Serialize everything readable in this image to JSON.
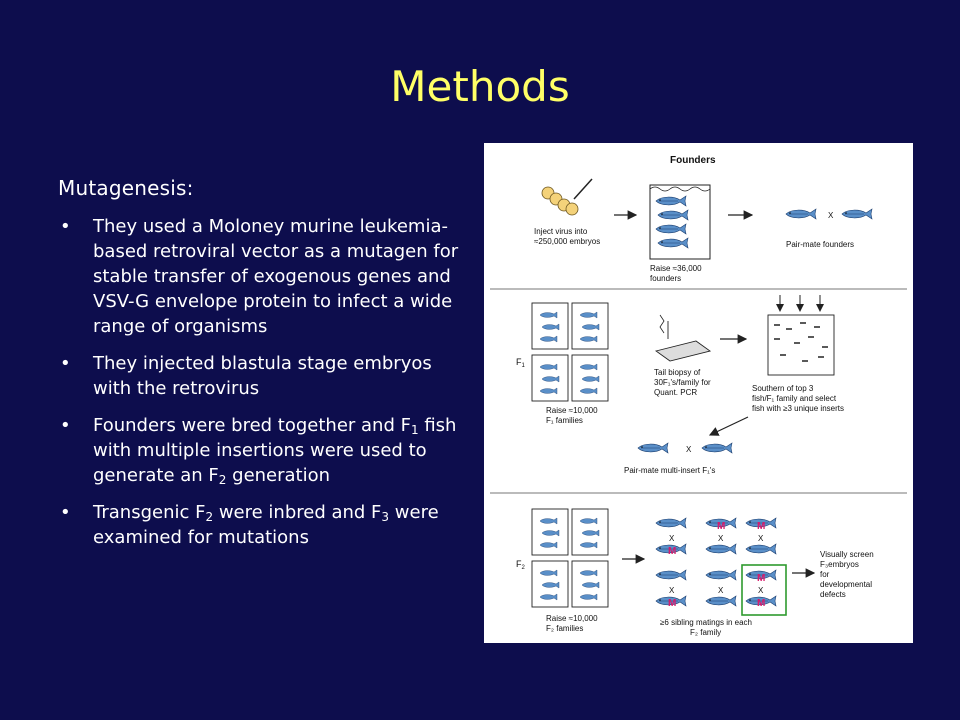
{
  "slide": {
    "title": "Methods",
    "subheading": "Mutagenesis:",
    "bullets": [
      {
        "parts": [
          "They used a Moloney murine leukemia-based retroviral vector as a mutagen for stable transfer of exogenous genes and VSV-G envelope protein to infect a wide range of organisms"
        ]
      },
      {
        "parts": [
          "They injected blastula stage embryos with the retrovirus"
        ]
      },
      {
        "parts": [
          "Founders were bred together and F",
          "1",
          " fish with multiple insertions were used to generate an F",
          "2",
          " generation"
        ]
      },
      {
        "parts": [
          "Transgenic F",
          "2",
          " were inbred and F",
          "3",
          " were examined for mutations"
        ]
      }
    ]
  },
  "figure": {
    "header": "Founders",
    "row1": {
      "inject_line1": "Inject virus into",
      "inject_line2": "≈250,000 embryos",
      "raise_line1": "Raise ≈36,000",
      "raise_line2": "founders",
      "pairmate": "Pair-mate founders",
      "cross": "X"
    },
    "row2": {
      "gen_label": "F",
      "gen_sub": "1",
      "raise_line1": "Raise ≈10,000",
      "raise_line2": "F₁ families",
      "tail_line1": "Tail biopsy of",
      "tail_line2": "30F₁'s/family for",
      "tail_line3": "Quant. PCR",
      "southern_line1": "Southern of top 3",
      "southern_line2": "fish/F₁ family and select",
      "southern_line3": "fish with ≥3 unique inserts",
      "pairmate": "Pair-mate multi-insert F₁'s",
      "cross": "X"
    },
    "row3": {
      "gen_label": "F",
      "gen_sub": "2",
      "raise_line1": "Raise ≈10,000",
      "raise_line2": "F₂ families",
      "matings_line1": "≥6 sibling matings in each",
      "matings_line2": "F₂ family",
      "screen_line1": "Visually screen",
      "screen_line2": "F₃embryos",
      "screen_line3": "for",
      "screen_line4": "developmental",
      "screen_line5": "defects",
      "mark": "M",
      "cross": "X"
    }
  },
  "colors": {
    "background": "#0d0d4d",
    "title": "#ffff66",
    "text": "#ffffff",
    "fish": "#5a8fc8",
    "mutant_mark": "#d8196b",
    "highlight_box": "#2e9a2e"
  }
}
